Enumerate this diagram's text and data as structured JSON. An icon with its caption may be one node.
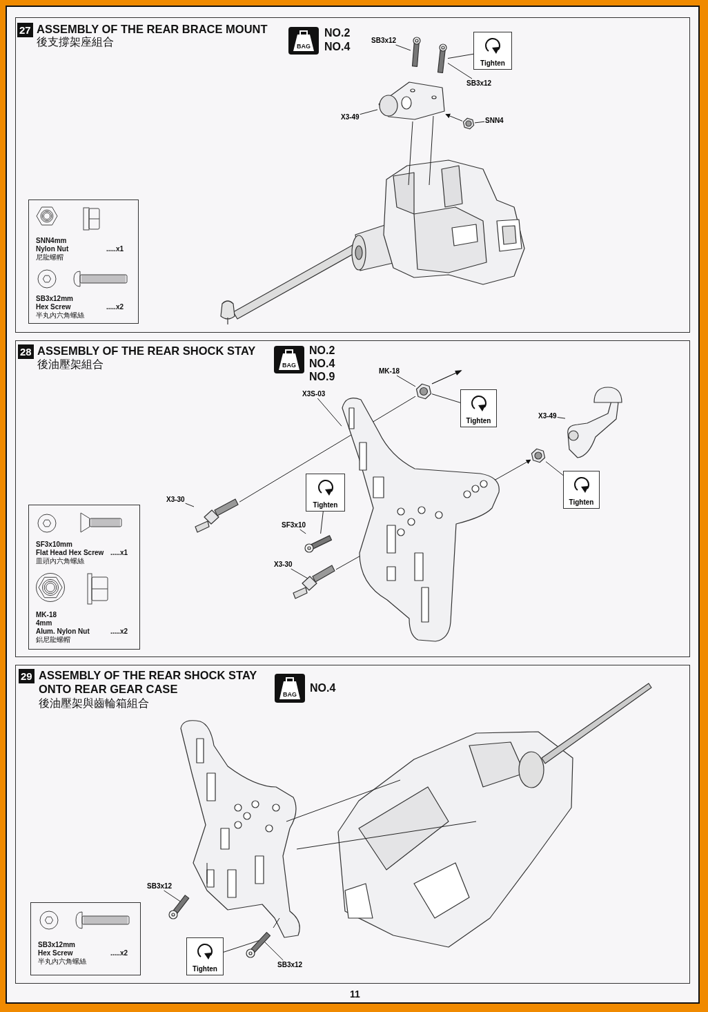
{
  "diagram": {
    "nodes": [
      {
        "text": [
          "27",
          "ASSEMBLY OF THE REAR BRACE MOUNT",
          "後支撐架座組合"
        ]
      },
      {
        "text": [
          "BAG"
        ],
        "beside": [
          "NO.2",
          "NO.4"
        ],
        "in": 0
      },
      {
        "text": [
          "SB3x12"
        ],
        "in": 0
      },
      {
        "text": [
          "Tighten"
        ],
        "in": 0
      },
      {
        "text": [
          "SB3x12"
        ],
        "in": 0
      },
      {
        "text": [
          "X3-49"
        ],
        "in": 0
      },
      {
        "text": [
          "SNN4"
        ],
        "in": 0
      },
      {
        "text": [
          "SNN4mm",
          "Nylon Nut",
          "尼龍螺帽",
          ".....x1",
          "SB3x12mm",
          "Hex Screw",
          "半丸內六角螺絲",
          ".....x2"
        ],
        "in": 0
      },
      {
        "text": [
          "28",
          "ASSEMBLY OF THE REAR SHOCK STAY",
          "後油壓架組合"
        ]
      },
      {
        "text": [
          "BAG"
        ],
        "beside": [
          "NO.2",
          "NO.4",
          "NO.9"
        ],
        "in": 8
      },
      {
        "text": [
          "MK-18"
        ],
        "in": 8
      },
      {
        "text": [
          "X3S-03"
        ],
        "in": 8
      },
      {
        "text": [
          "Tighten"
        ],
        "in": 8
      },
      {
        "text": [
          "X3-49"
        ],
        "in": 8
      },
      {
        "text": [
          "Tighten"
        ],
        "in": 8
      },
      {
        "text": [
          "X3-30"
        ],
        "in": 8
      },
      {
        "text": [
          "SF3x10"
        ],
        "in": 8
      },
      {
        "text": [
          "Tighten"
        ],
        "in": 8
      },
      {
        "text": [
          "X3-30"
        ],
        "in": 8
      },
      {
        "text": [
          "SF3x10mm",
          "Flat Head Hex Screw",
          ".....x1",
          "皿頭內六角螺絲",
          "MK-18",
          "4mm",
          "Alum. Nylon Nut",
          ".....x2",
          "鋁尼龍螺帽"
        ],
        "in": 8
      },
      {
        "text": [
          "29",
          "ASSEMBLY OF THE REAR SHOCK STAY ONTO REAR GEAR CASE",
          "後油壓架與齒輪箱組合"
        ]
      },
      {
        "text": [
          "BAG"
        ],
        "beside": [
          "NO.4"
        ],
        "in": 20
      },
      {
        "text": [
          "SB3x12"
        ],
        "in": 20
      },
      {
        "text": [
          "SB3x12mm",
          "Hex Screw",
          ".....x2",
          "半丸內六角螺絲"
        ],
        "in": 20
      },
      {
        "text": [
          "Tighten"
        ],
        "in": 20
      },
      {
        "text": [
          "SB3x12"
        ],
        "in": 20
      },
      {
        "text": [],
        "shape": "picture",
        "in": 0
      },
      {
        "text": [],
        "shape": "picture",
        "in": 0
      },
      {
        "text": [],
        "shape": "picture",
        "in": 0
      },
      {
        "text": [],
        "shape": "picture",
        "in": 0
      },
      {
        "text": [],
        "shape": "picture",
        "in": 8
      },
      {
        "text": [],
        "shape": "picture",
        "in": 8
      },
      {
        "text": [],
        "shape": "picture",
        "in": 8
      },
      {
        "text": [],
        "shape": "picture",
        "in": 8
      },
      {
        "text": [],
        "shape": "picture",
        "in": 8
      },
      {
        "text": [],
        "shape": "picture",
        "in": 8
      },
      {
        "text": [],
        "shape": "picture",
        "in": 8
      },
      {
        "text": [],
        "shape": "picture",
        "in": 20
      },
      {
        "text": [],
        "shape": "picture",
        "in": 20
      }
    ],
    "edges": [
      {
        "from": 2,
        "to": 26,
        "arrow": "none"
      },
      {
        "from": 3,
        "to": 27,
        "arrow": "none"
      },
      {
        "from": 4,
        "to": 27,
        "arrow": "none"
      },
      {
        "from": 5,
        "to": 28,
        "arrow": "none"
      },
      {
        "from": 6,
        "to": 29,
        "arrow": "none"
      },
      {
        "from": 10,
        "to": 30,
        "arrow": "none"
      },
      {
        "from": 11,
        "to": 31,
        "arrow": "none"
      },
      {
        "from": 12,
        "to": 30,
        "arrow": "none"
      },
      {
        "from": 13,
        "to": 32,
        "arrow": "none"
      },
      {
        "from": 14,
        "to": 34,
        "arrow": "none"
      },
      {
        "from": 15,
        "to": 33,
        "arrow": "none"
      },
      {
        "from": 16,
        "to": 34,
        "arrow": "none"
      },
      {
        "from": 17,
        "to": 35,
        "arrow": "none"
      },
      {
        "from": 18,
        "to": 36,
        "arrow": "none"
      },
      {
        "from": 22,
        "to": 37,
        "arrow": "none"
      },
      {
        "from": 24,
        "to": 38,
        "arrow": "none"
      },
      {
        "from": 25,
        "to": 38,
        "arrow": "none"
      },
      {
        "from": 29,
        "to": 28,
        "arrow": "to"
      },
      {
        "from": 33,
        "to": 30,
        "arrow": "none"
      },
      {
        "from": 36,
        "to": 35,
        "arrow": "to"
      }
    ],
    "labels": [
      "11"
    ]
  }
}
